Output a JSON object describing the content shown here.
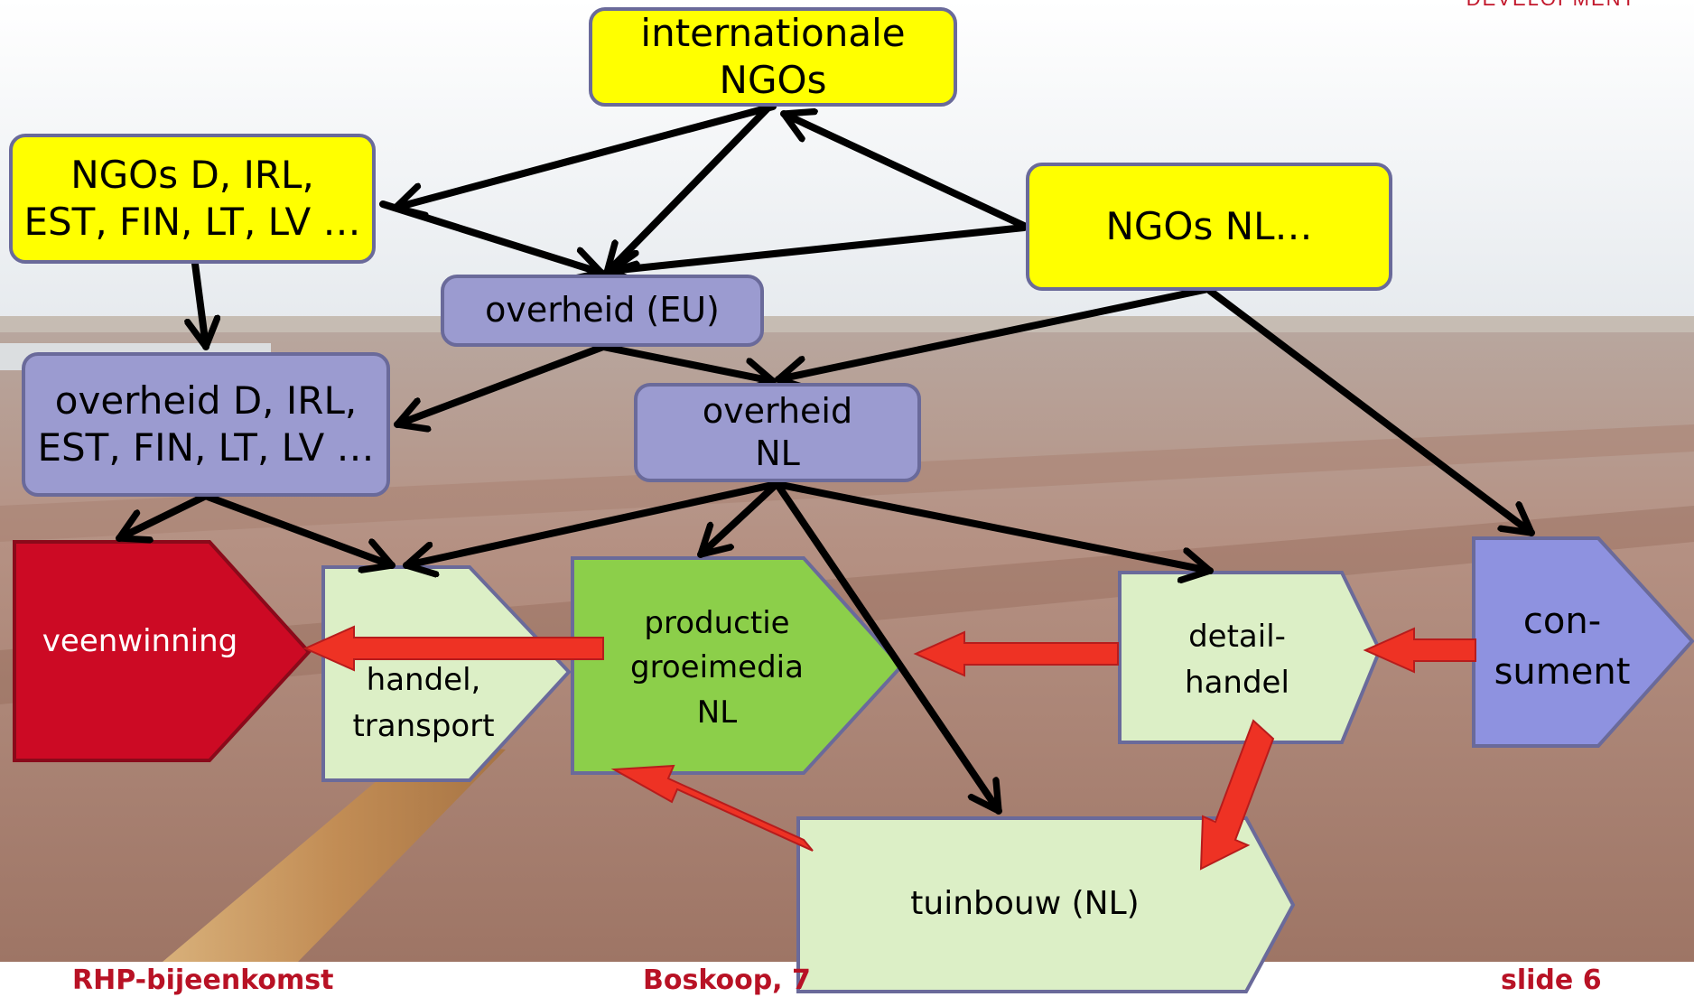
{
  "header": {
    "corner_text": "DEVELOPMENT"
  },
  "nodes": {
    "intl_ngos": "internationale\nNGOs",
    "ngos_d": "NGOs D, IRL,\nEST, FIN, LT, LV …",
    "ngos_nl": "NGOs NL…",
    "overheid_eu": "overheid (EU)",
    "overheid_d": "overheid D, IRL,\nEST, FIN, LT, LV …",
    "overheid_nl": "overheid\nNL"
  },
  "chain": {
    "veenwinning": "veenwinning",
    "handel": "handel,\ntransport",
    "productie": "productie\ngroeimedia\nNL",
    "detail": "detail-\nhandel",
    "consument": "con-\nsument",
    "tuinbouw": "tuinbouw (NL)"
  },
  "footer": {
    "left": "RHP-bijeenkomst",
    "center": "Boskoop, 7",
    "right": "slide 6"
  },
  "colors": {
    "ngo": "#ffff00",
    "government": "#9b9bd0",
    "extraction": "#cc0a24",
    "light_green": "#dcefc6",
    "green": "#8ccf4a",
    "consumer": "#8e92e0",
    "material_flow": "#ee3224",
    "influence": "#000000"
  }
}
